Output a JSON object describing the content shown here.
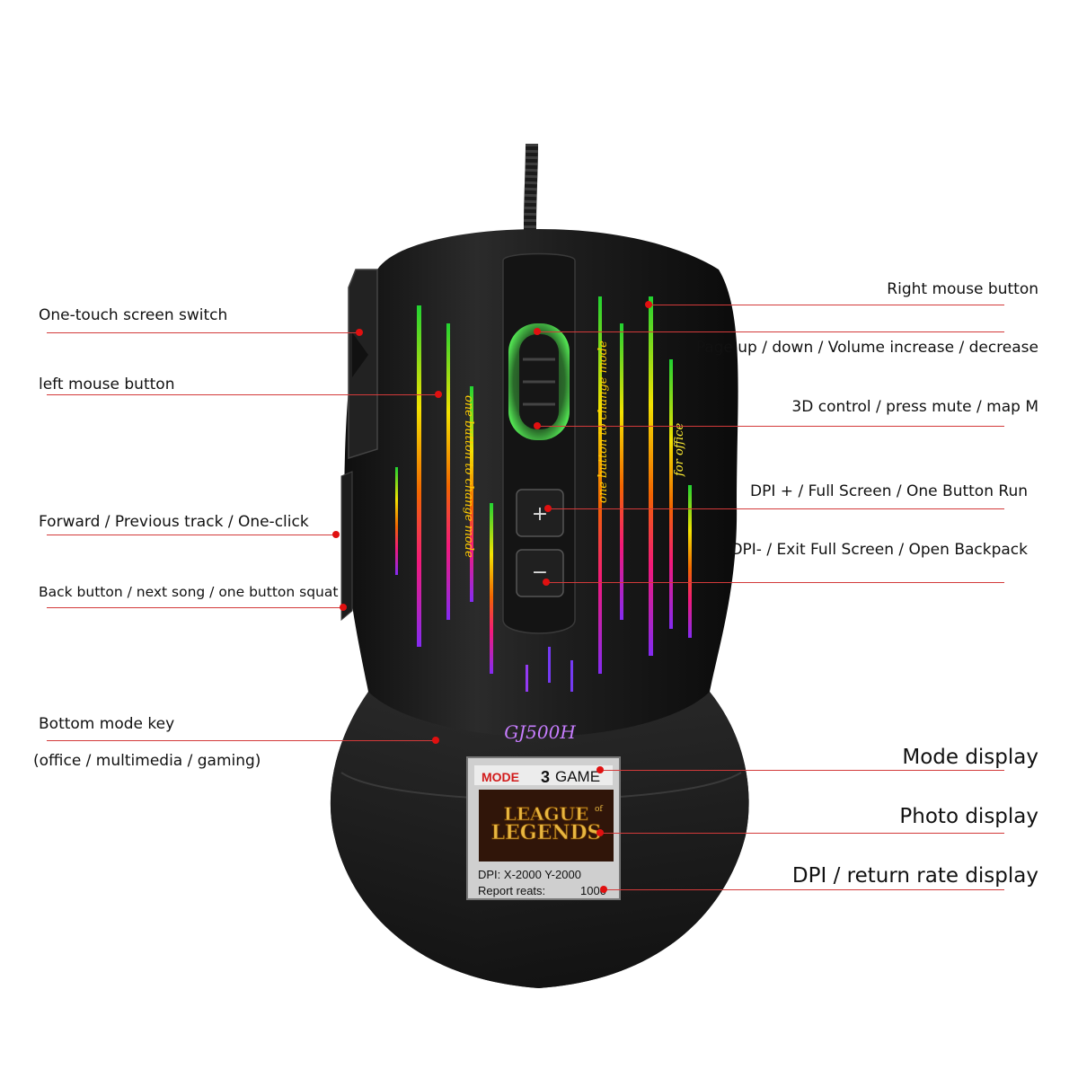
{
  "left_callouts": [
    {
      "label": "One-touch screen switch"
    },
    {
      "label": "left mouse button"
    },
    {
      "label": "Forward / Previous track / One-click"
    },
    {
      "label": "Back button / next song / one button squat"
    },
    {
      "label": "Bottom mode key"
    },
    {
      "label": "(office / multimedia / gaming)"
    }
  ],
  "right_callouts": [
    {
      "label": "Right mouse button"
    },
    {
      "label": "Page up / down / Volume increase / decrease"
    },
    {
      "label": "3D control / press mute / map M"
    },
    {
      "label": "DPI + / Full Screen / One Button Run"
    },
    {
      "label": "DPI- / Exit Full Screen / Open Backpack"
    },
    {
      "label": "Mode display"
    },
    {
      "label": "Photo display"
    },
    {
      "label": "DPI / return rate display"
    }
  ],
  "mouse": {
    "model_mark": "GJ500H",
    "side_text_1": "one button to change mode",
    "side_text_2": "for office",
    "lcd": {
      "mode_word": "MODE",
      "mode_number": "3",
      "mode_name": "GAME",
      "logo_line1": "LEAGUE",
      "logo_of": "of",
      "logo_line2": "LEGENDS",
      "dpi_line": "DPI: X-2000  Y-2000",
      "report_label": "Report reats:",
      "report_value": "1000"
    }
  },
  "colors": {
    "callout_line": "#d33a3a",
    "callout_dot": "#e01010",
    "body": "#1a1a1a"
  }
}
